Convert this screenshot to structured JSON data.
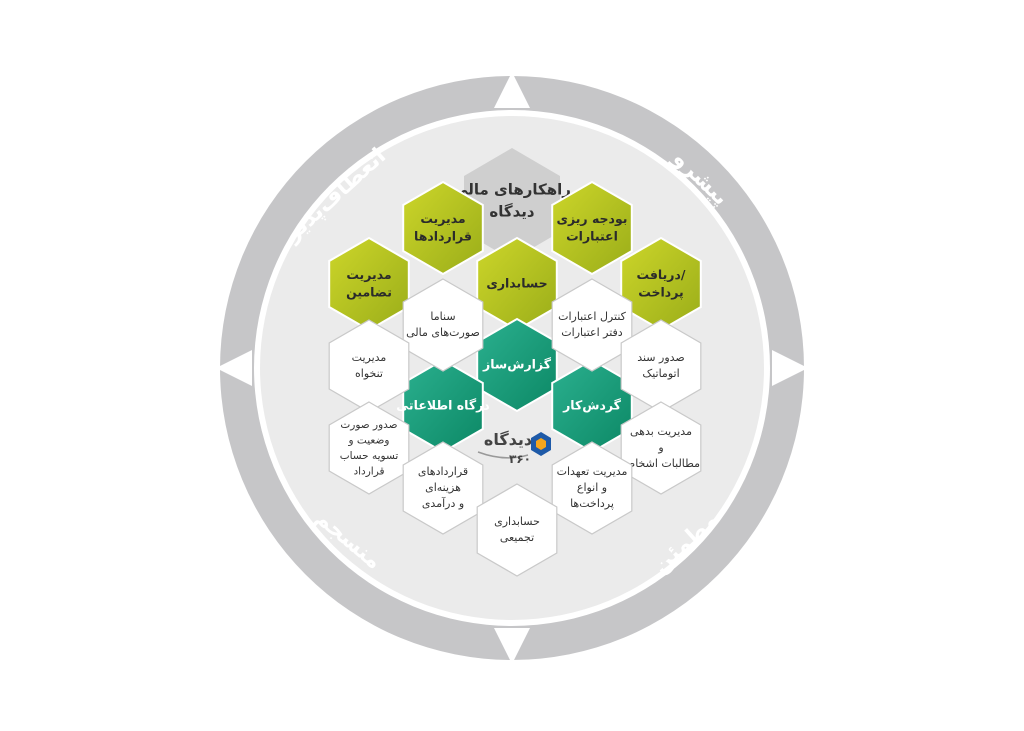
{
  "diagram": {
    "title_lines": [
      "راهکارهای مالی",
      "دیدگاه"
    ],
    "ring_labels": {
      "top_right": "پیشرو",
      "top_left": "انعطاف‌پذیر",
      "bottom_left": "منسجم",
      "bottom_right": "مطمئن"
    },
    "hexes": [
      {
        "id": "hex-budget",
        "lines": [
          "بودجه ریزی",
          "اعتبارات"
        ],
        "style": "olive"
      },
      {
        "id": "hex-contracts",
        "lines": [
          "مدیریت",
          "قراردادها"
        ],
        "style": "olive"
      },
      {
        "id": "hex-accounting",
        "lines": [
          "حسابداری"
        ],
        "style": "olive"
      },
      {
        "id": "hex-guarantees",
        "lines": [
          "مدیریت",
          "تضامین"
        ],
        "style": "olive"
      },
      {
        "id": "hex-receipt-payment",
        "lines": [
          "دریافت/",
          "پرداخت"
        ],
        "style": "olive"
      },
      {
        "id": "hex-reportbuilder",
        "lines": [
          "گزارش‌ساز"
        ],
        "style": "teal"
      },
      {
        "id": "hex-infoportal",
        "lines": [
          "درگاه اطلاعاتی"
        ],
        "style": "teal"
      },
      {
        "id": "hex-workflow",
        "lines": [
          "گردش‌کار"
        ],
        "style": "teal"
      },
      {
        "id": "hex-sanama",
        "lines": [
          "سناما",
          "صورت‌های مالی"
        ],
        "style": "white"
      },
      {
        "id": "hex-credit-control",
        "lines": [
          "کنترل اعتبارات",
          "دفتر اعتبارات"
        ],
        "style": "white"
      },
      {
        "id": "hex-petty-cash",
        "lines": [
          "مدیریت",
          "تنخواه"
        ],
        "style": "white"
      },
      {
        "id": "hex-auto-doc",
        "lines": [
          "صدور سند",
          "اتوماتیک"
        ],
        "style": "white"
      },
      {
        "id": "hex-statement",
        "lines": [
          "صدور صورت",
          "وضعیت و",
          "تسویه حساب",
          "قرارداد"
        ],
        "style": "white"
      },
      {
        "id": "hex-debts",
        "lines": [
          "مدیریت بدهی",
          "و",
          "مطالبات اشخاص"
        ],
        "style": "white"
      },
      {
        "id": "hex-cost-contracts",
        "lines": [
          "قراردادهای",
          "هزینه‌ای",
          "و درآمدی"
        ],
        "style": "white"
      },
      {
        "id": "hex-commitments",
        "lines": [
          "مدیریت تعهدات",
          "و انواع",
          "پرداخت‌ها"
        ],
        "style": "white"
      },
      {
        "id": "hex-consolidated",
        "lines": [
          "حسابداری",
          "تجمیعی"
        ],
        "style": "white"
      }
    ],
    "logo": {
      "name": "دیدگاه",
      "sub": "۳۶۰",
      "icon": "didgah-logo-icon"
    },
    "colors": {
      "ring": "#c4c4c6",
      "ring_gap": "#ffffff",
      "inner": "#ebebeb",
      "title_hex": "#cfcfcf",
      "olive_light": "#c3cf27",
      "olive_dark": "#9bb01b",
      "teal_light": "#27a889",
      "teal_dark": "#0e8d6a",
      "white_hex": "#ffffff",
      "hex_stroke": "#cfcfcf"
    }
  }
}
